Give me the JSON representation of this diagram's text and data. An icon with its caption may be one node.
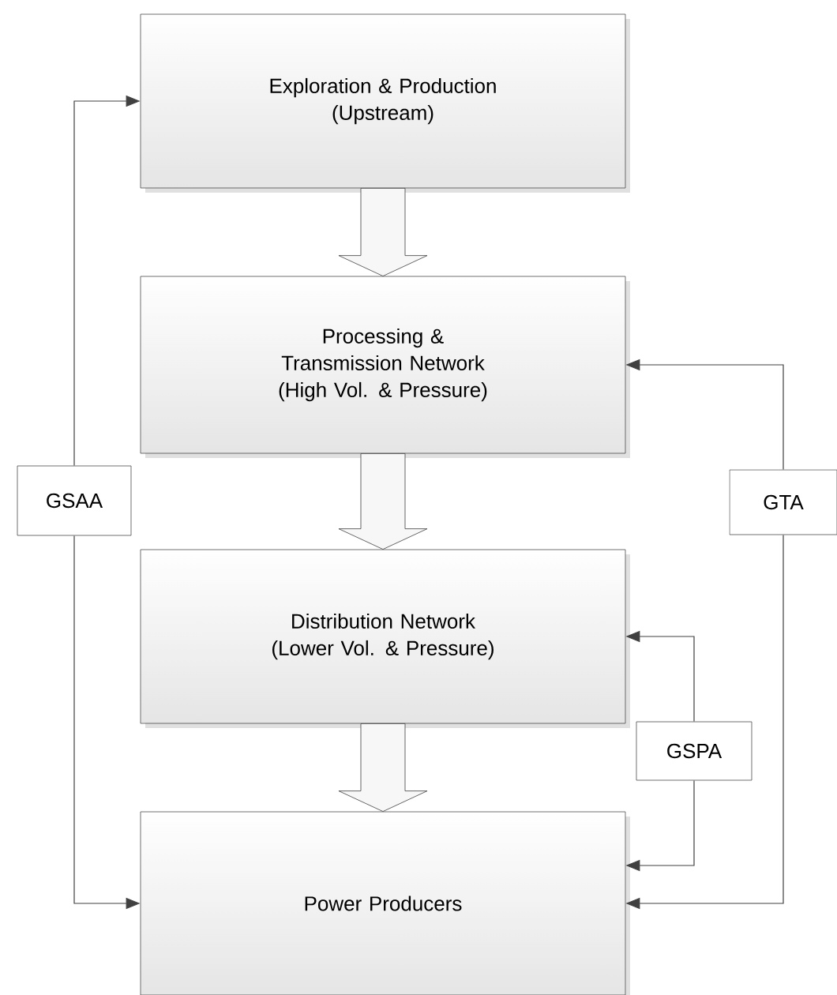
{
  "diagram": {
    "nodes": [
      {
        "text": [
          "Exploration & Production",
          "(Upstream)"
        ]
      },
      {
        "text": [
          "Processing & Transmission Network",
          "(High Vol. & Pressure)"
        ]
      },
      {
        "text": [
          "Distribution Network",
          "(Lower Vol. & Pressure)"
        ]
      },
      {
        "text": [
          "Power Producers"
        ]
      },
      {
        "text": [
          "GSAA"
        ]
      },
      {
        "text": [
          "GTA"
        ]
      },
      {
        "text": [
          "GSPA"
        ]
      }
    ],
    "edges": [
      {
        "from": 0,
        "to": 1,
        "arrow": "to",
        "style": "thick"
      },
      {
        "from": 1,
        "to": 2,
        "arrow": "to",
        "style": "thick"
      },
      {
        "from": 2,
        "to": 3,
        "arrow": "to",
        "style": "thick"
      },
      {
        "from": 4,
        "to": 0,
        "arrow": "to"
      },
      {
        "from": 4,
        "to": 3,
        "arrow": "to"
      },
      {
        "from": 5,
        "to": 1,
        "arrow": "to"
      },
      {
        "from": 5,
        "to": 3,
        "arrow": "to"
      },
      {
        "from": 6,
        "to": 2,
        "arrow": "to"
      },
      {
        "from": 6,
        "to": 3,
        "arrow": "to"
      }
    ]
  }
}
